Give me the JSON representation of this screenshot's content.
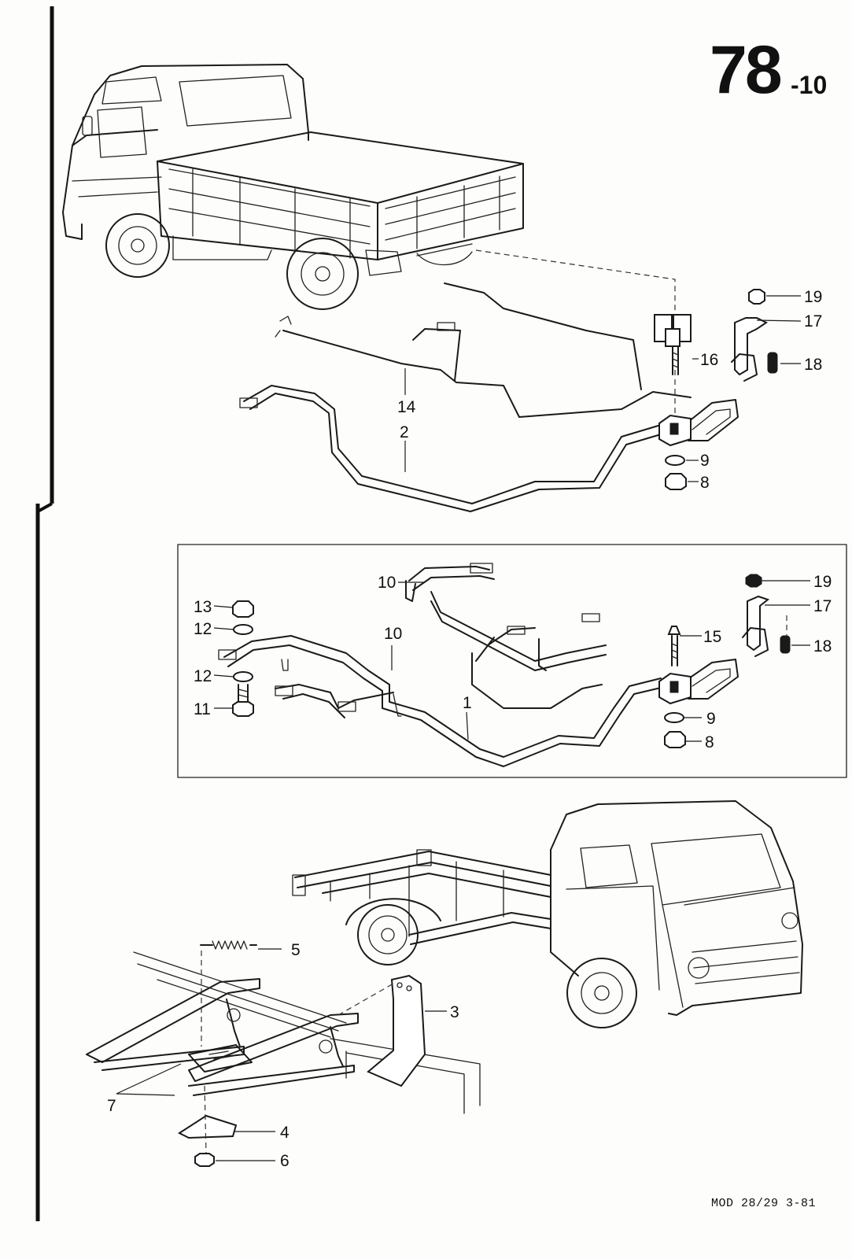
{
  "header": {
    "page_number": "78",
    "page_suffix": "-10"
  },
  "footer": {
    "model_code": "MOD 28/29  3-81"
  },
  "callouts": {
    "c1": "1",
    "c2": "2",
    "c3": "3",
    "c4": "4",
    "c5": "5",
    "c6": "6",
    "c7": "7",
    "c8a": "8",
    "c8b": "8",
    "c9a": "9",
    "c9b": "9",
    "c10a": "10",
    "c10b": "10",
    "c11": "11",
    "c12a": "12",
    "c12b": "12",
    "c13": "13",
    "c14": "14",
    "c15": "15",
    "c16": "16",
    "c17a": "17",
    "c17b": "17",
    "c18a": "18",
    "c18b": "18",
    "c19a": "19",
    "c19b": "19"
  },
  "sections": [
    {
      "name": "pickup-truck-spare-wheel-carrier"
    },
    {
      "name": "inset-spare-wheel-carrier-variant"
    },
    {
      "name": "chassis-cab-spare-wheel-bracket"
    }
  ]
}
